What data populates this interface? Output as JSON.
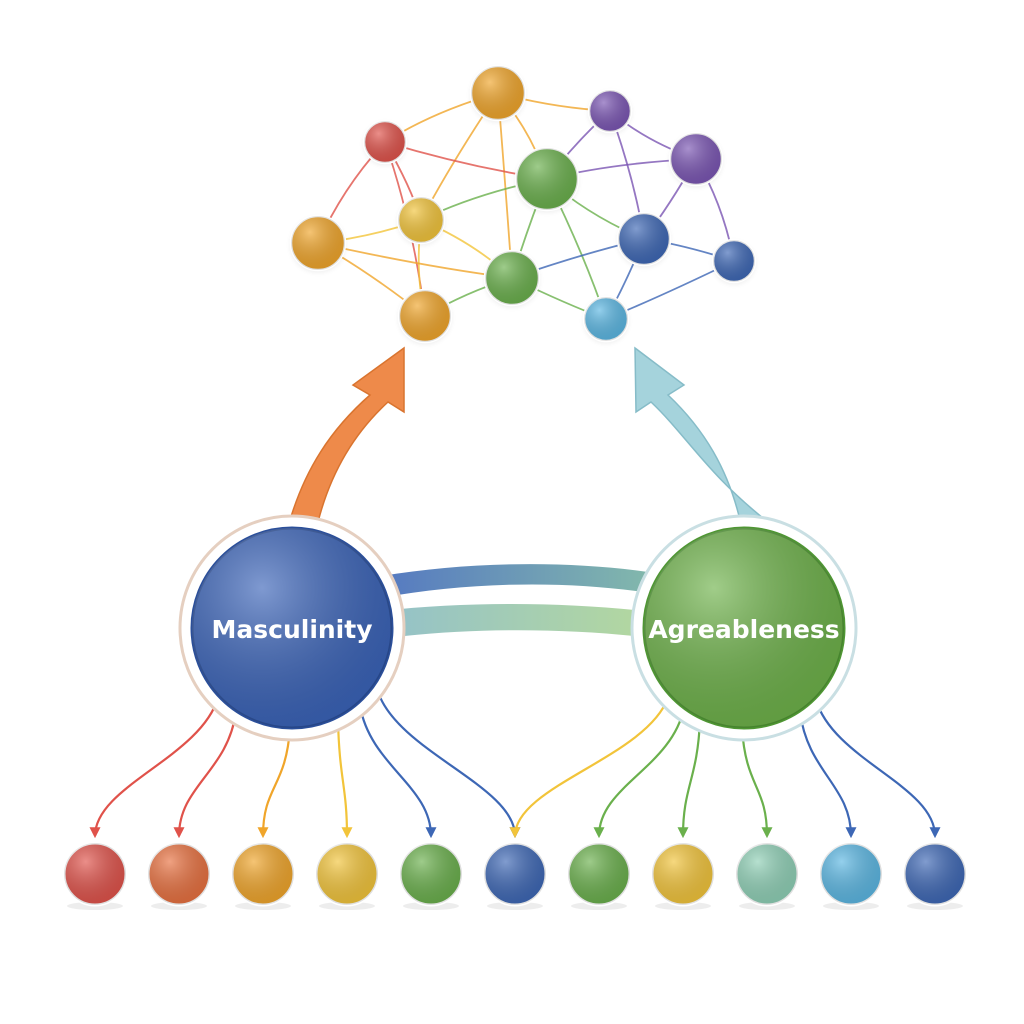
{
  "factors": {
    "left": {
      "label": "Masculinity",
      "color": "#3a63b8"
    },
    "right": {
      "label": "Agreableness",
      "color": "#6eb24a"
    }
  },
  "colors": {
    "red": "#e0524a",
    "orange_red": "#e8703f",
    "orange": "#f0a52a",
    "yellow": "#f2c43a",
    "green": "#6ab04c",
    "blue": "#3d67b5",
    "mint": "#8fd0b6",
    "light_blue": "#5bb7e3",
    "purple": "#7a55b3",
    "arrow_orange": "#ee8a4a",
    "arrow_teal": "#9bcdd7"
  },
  "network": {
    "nodes": [
      {
        "id": "n1",
        "color": "orange"
      },
      {
        "id": "n2",
        "color": "red"
      },
      {
        "id": "n3",
        "color": "purple"
      },
      {
        "id": "n4",
        "color": "purple"
      },
      {
        "id": "n5",
        "color": "green"
      },
      {
        "id": "n6",
        "color": "yellow"
      },
      {
        "id": "n7",
        "color": "orange"
      },
      {
        "id": "n8",
        "color": "blue"
      },
      {
        "id": "n9",
        "color": "blue"
      },
      {
        "id": "n10",
        "color": "green"
      },
      {
        "id": "n11",
        "color": "orange"
      },
      {
        "id": "n12",
        "color": "light_blue"
      }
    ],
    "edges": [
      [
        "n1",
        "n2"
      ],
      [
        "n1",
        "n3"
      ],
      [
        "n1",
        "n5"
      ],
      [
        "n1",
        "n6"
      ],
      [
        "n1",
        "n10"
      ],
      [
        "n2",
        "n6"
      ],
      [
        "n2",
        "n7"
      ],
      [
        "n2",
        "n5"
      ],
      [
        "n2",
        "n11"
      ],
      [
        "n3",
        "n4"
      ],
      [
        "n3",
        "n5"
      ],
      [
        "n3",
        "n8"
      ],
      [
        "n4",
        "n5"
      ],
      [
        "n4",
        "n8"
      ],
      [
        "n4",
        "n9"
      ],
      [
        "n5",
        "n8"
      ],
      [
        "n5",
        "n10"
      ],
      [
        "n5",
        "n12"
      ],
      [
        "n5",
        "n6"
      ],
      [
        "n6",
        "n7"
      ],
      [
        "n6",
        "n10"
      ],
      [
        "n6",
        "n11"
      ],
      [
        "n7",
        "n11"
      ],
      [
        "n7",
        "n10"
      ],
      [
        "n8",
        "n9"
      ],
      [
        "n8",
        "n12"
      ],
      [
        "n8",
        "n10"
      ],
      [
        "n9",
        "n12"
      ],
      [
        "n10",
        "n11"
      ],
      [
        "n10",
        "n12"
      ]
    ]
  },
  "indicators": [
    {
      "id": "i1",
      "color": "red",
      "factor": "left"
    },
    {
      "id": "i2",
      "color": "orange_red",
      "factor": "left"
    },
    {
      "id": "i3",
      "color": "orange",
      "factor": "left"
    },
    {
      "id": "i4",
      "color": "yellow",
      "factor": "left"
    },
    {
      "id": "i5",
      "color": "green",
      "factor": "left"
    },
    {
      "id": "i6",
      "color": "blue",
      "factor": "left"
    },
    {
      "id": "i7",
      "color": "green",
      "factor": "right"
    },
    {
      "id": "i8",
      "color": "yellow",
      "factor": "right"
    },
    {
      "id": "i9",
      "color": "mint",
      "factor": "right"
    },
    {
      "id": "i10",
      "color": "light_blue",
      "factor": "right"
    },
    {
      "id": "i11",
      "color": "blue",
      "factor": "right"
    }
  ],
  "loading_arrows": [
    {
      "from": "left",
      "to": "i1",
      "color": "red"
    },
    {
      "from": "left",
      "to": "i2",
      "color": "red"
    },
    {
      "from": "left",
      "to": "i3",
      "color": "orange"
    },
    {
      "from": "left",
      "to": "i4",
      "color": "yellow"
    },
    {
      "from": "left",
      "to": "i5",
      "color": "blue"
    },
    {
      "from": "left",
      "to": "i6",
      "color": "blue"
    },
    {
      "from": "right",
      "to": "i6",
      "color": "yellow"
    },
    {
      "from": "right",
      "to": "i7",
      "color": "green"
    },
    {
      "from": "right",
      "to": "i8",
      "color": "green"
    },
    {
      "from": "right",
      "to": "i9",
      "color": "green"
    },
    {
      "from": "right",
      "to": "i10",
      "color": "blue"
    },
    {
      "from": "right",
      "to": "i11",
      "color": "blue"
    }
  ]
}
